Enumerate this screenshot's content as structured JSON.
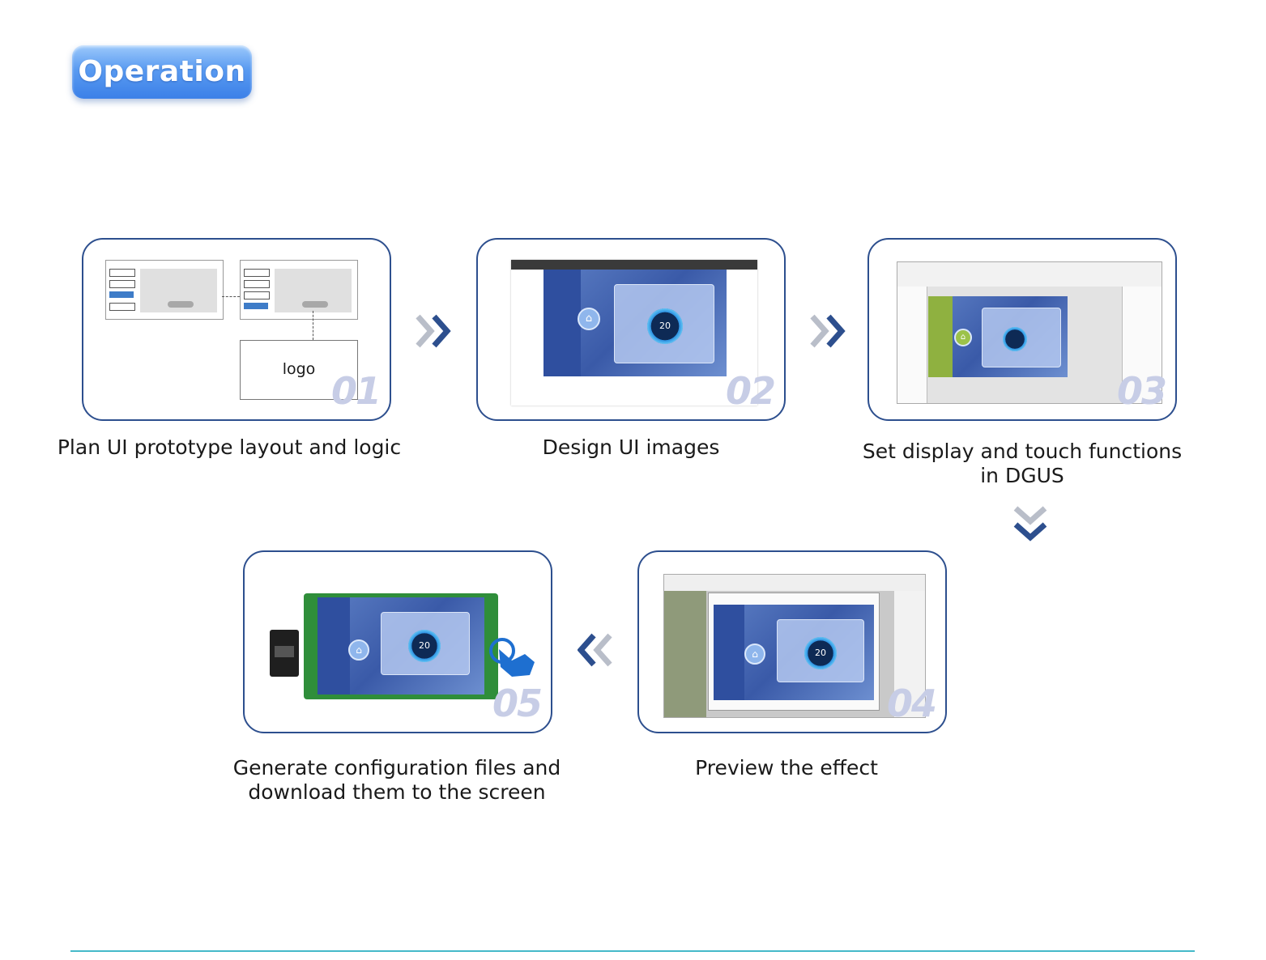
{
  "header": {
    "badge_label": "Operation"
  },
  "steps": [
    {
      "number": "01",
      "caption": "Plan UI prototype layout and logic",
      "logo_label": "logo"
    },
    {
      "number": "02",
      "caption": "Design UI images"
    },
    {
      "number": "03",
      "caption_line1": "Set display and touch functions",
      "caption_line2": "in DGUS"
    },
    {
      "number": "04",
      "caption": "Preview the effect"
    },
    {
      "number": "05",
      "caption_line1": "Generate configuration files and",
      "caption_line2": "download them to the screen"
    }
  ],
  "mock": {
    "temperature": "20"
  },
  "colors": {
    "card_border": "#2d4f8e",
    "arrow": "#2d4f8e",
    "badge": "#4a8ef0",
    "divider": "#45b9c9"
  }
}
